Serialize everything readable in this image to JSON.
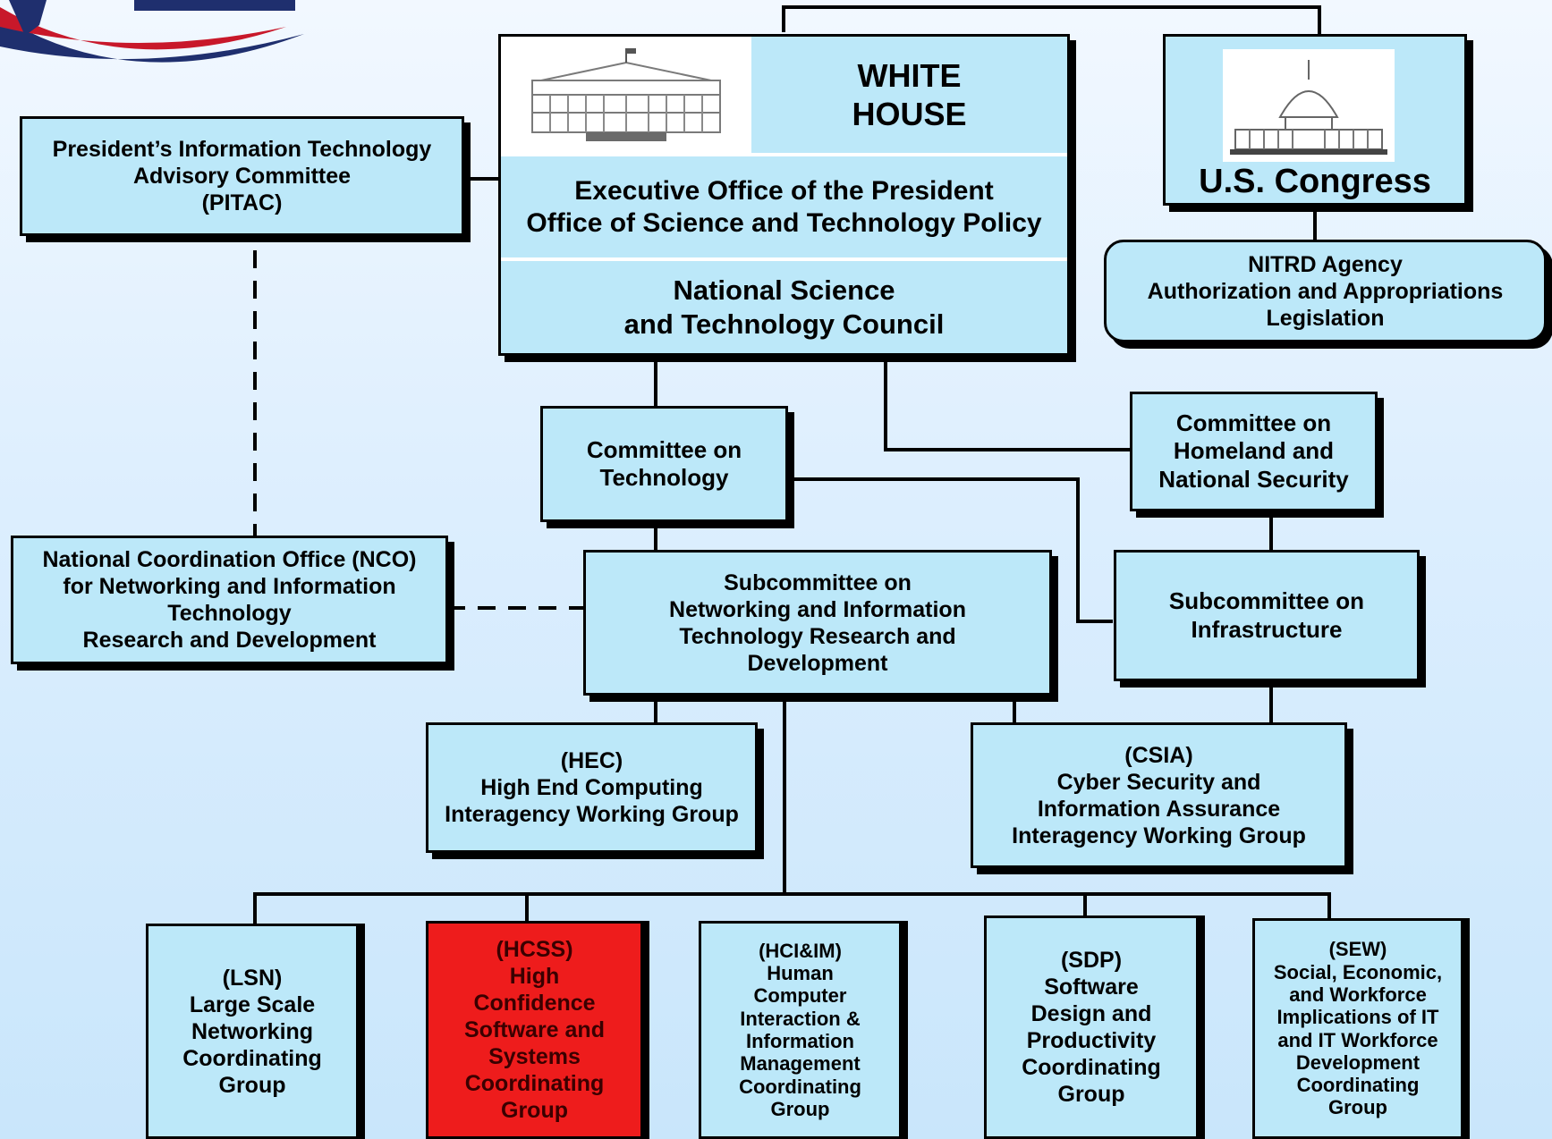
{
  "boxes": {
    "pitac": [
      "President’s Information Technology",
      "Advisory Committee",
      "(PITAC)"
    ],
    "white_house": {
      "title": [
        "WHITE",
        "HOUSE"
      ],
      "eop": [
        "Executive Office of the President",
        "Office of Science and Technology Policy"
      ],
      "nstc": [
        "National Science",
        "and Technology Council"
      ]
    },
    "congress": {
      "title": "U.S. Congress"
    },
    "nitrd_legislation": [
      "NITRD Agency",
      "Authorization and Appropriations",
      "Legislation"
    ],
    "committee_technology": [
      "Committee on",
      "Technology"
    ],
    "committee_homeland": [
      "Committee on",
      "Homeland and",
      "National Security"
    ],
    "nco": [
      "National Coordination Office (NCO)",
      "for Networking and Information",
      "Technology",
      "Research and Development"
    ],
    "subcommittee_nitrd": [
      "Subcommittee on",
      "Networking and Information",
      "Technology Research and",
      "Development"
    ],
    "subcommittee_infrastructure": [
      "Subcommittee on",
      "Infrastructure"
    ],
    "hec": [
      "(HEC)",
      "High End Computing",
      "Interagency Working Group"
    ],
    "csia": [
      "(CSIA)",
      "Cyber Security and",
      "Information Assurance",
      "Interagency Working Group"
    ],
    "lsn": [
      "(LSN)",
      "Large Scale",
      "Networking",
      "Coordinating",
      "Group"
    ],
    "hcss": [
      "(HCSS)",
      "High",
      "Confidence",
      "Software and",
      "Systems",
      "Coordinating",
      "Group"
    ],
    "hci_im": [
      "(HCI&IM)",
      "Human",
      "Computer",
      "Interaction &",
      "Information",
      "Management",
      "Coordinating",
      "Group"
    ],
    "sdp": [
      "(SDP)",
      "Software",
      "Design and",
      "Productivity",
      "Coordinating",
      "Group"
    ],
    "sew": [
      "(SEW)",
      "Social, Economic,",
      "and Workforce",
      "Implications of IT",
      "and IT Workforce",
      "Development",
      "Coordinating",
      "Group"
    ]
  },
  "colors": {
    "box_fill": "#bce8f9",
    "highlight_fill": "#ee1c1c",
    "line": "#000000"
  },
  "highlighted_box": "hcss"
}
